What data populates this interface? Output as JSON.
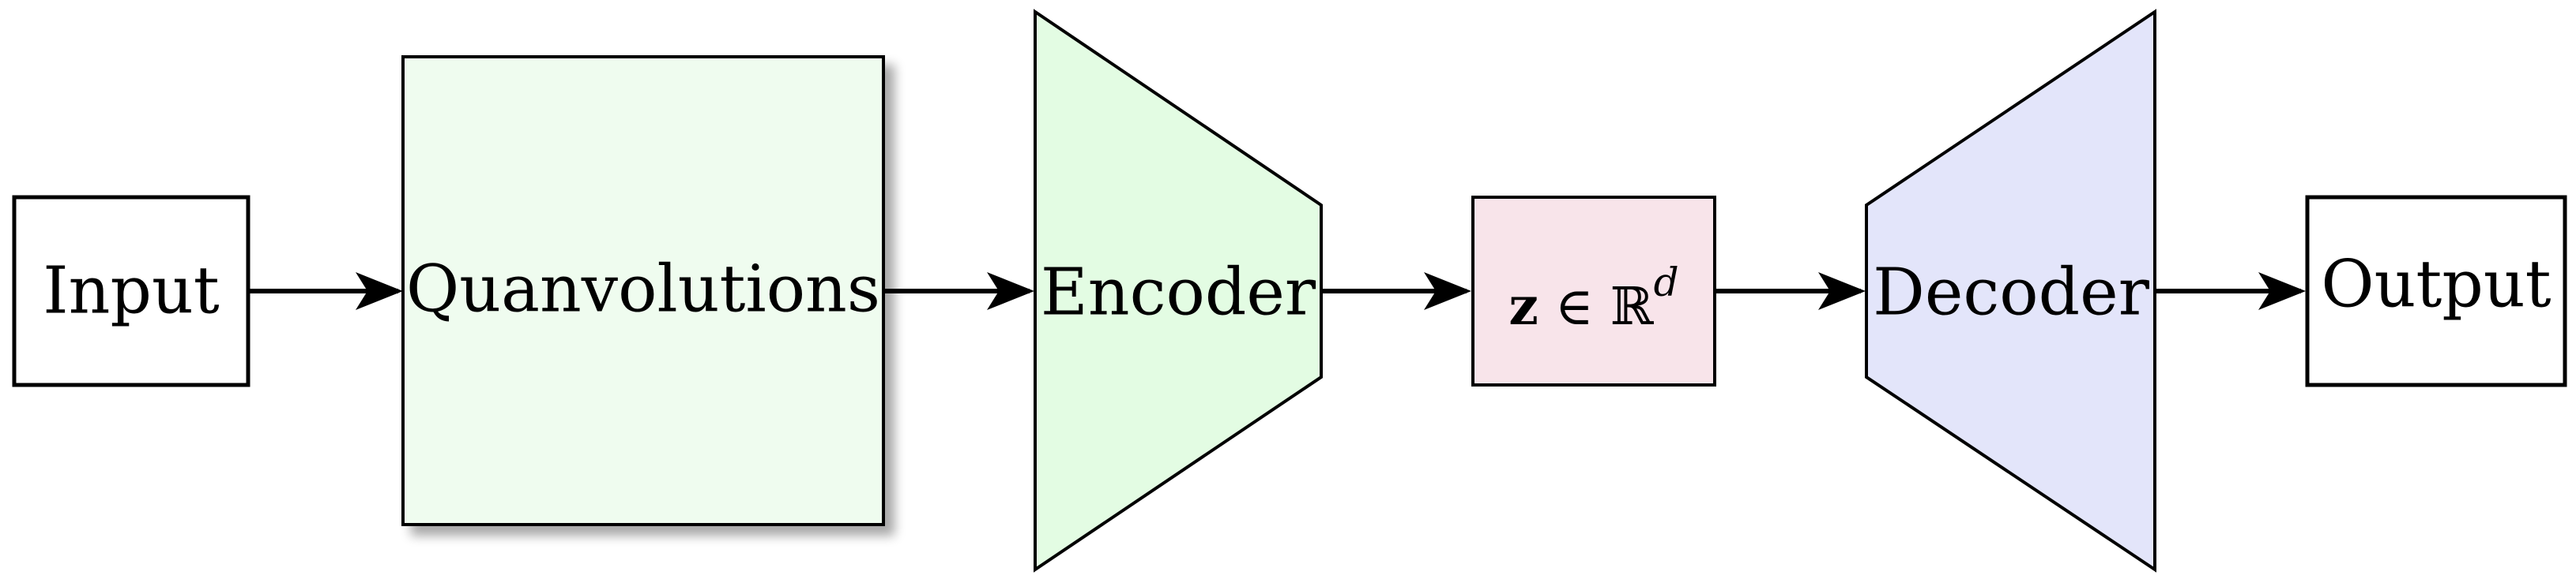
{
  "diagram": {
    "nodes": {
      "input": {
        "label": "Input"
      },
      "quanvolutions": {
        "label": "Quanvolutions",
        "fill": "#effcef"
      },
      "encoder": {
        "label": "Encoder",
        "fill": "#e3fce3"
      },
      "latent": {
        "symbol_z": "z",
        "symbol_in": " ∈ ",
        "symbol_space": "ℝ",
        "superscript": "d",
        "fill": "#f8e4ea"
      },
      "decoder": {
        "label": "Decoder",
        "fill": "#e3e5fa"
      },
      "output": {
        "label": "Output"
      }
    },
    "edge_color": "#000000"
  }
}
